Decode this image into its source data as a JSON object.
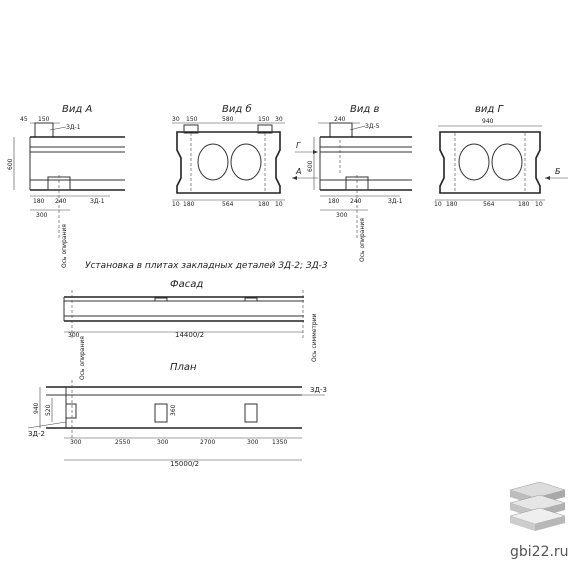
{
  "views": {
    "a": {
      "title": "Вид А",
      "dims": [
        "45",
        "150",
        "ЗД-1",
        "600",
        "300",
        "180",
        "240",
        "ЗД-1"
      ],
      "axis": "Ось опирания"
    },
    "b": {
      "title": "Вид б",
      "dims": [
        "30",
        "150",
        "580",
        "150",
        "30",
        "10",
        "180",
        "564",
        "180",
        "10"
      ]
    },
    "v": {
      "title": "Вид в",
      "dims": [
        "240",
        "ЗД-5",
        "600",
        "300",
        "180",
        "240",
        "ЗД-1"
      ],
      "arrow_g": "Г",
      "arrow_a": "А",
      "axis": "Ось опирания"
    },
    "g": {
      "title": "вид Г",
      "dims": [
        "940",
        "10",
        "180",
        "564",
        "180",
        "10"
      ],
      "arrow_b": "Б"
    }
  },
  "section_title": "Установка в плитах закладных деталей ЗД-2; ЗД-3",
  "facade": {
    "title": "Фасад",
    "dim_left": "300",
    "dim_main": "14400/2",
    "axis_left": "Ось опирания",
    "axis_right": "Ось симметрии"
  },
  "plan": {
    "title": "План",
    "label_right": "ЗД-3",
    "label_left": "ЗД-2",
    "dims_vertical": [
      "940",
      "520"
    ],
    "dim_inner": "360",
    "dims_bottom": [
      "300",
      "2550",
      "300",
      "2700",
      "300",
      "1350"
    ],
    "dim_total": "15000/2"
  },
  "watermark": {
    "text": "gbi22.ru",
    "icon": "stacked-slabs-icon"
  }
}
